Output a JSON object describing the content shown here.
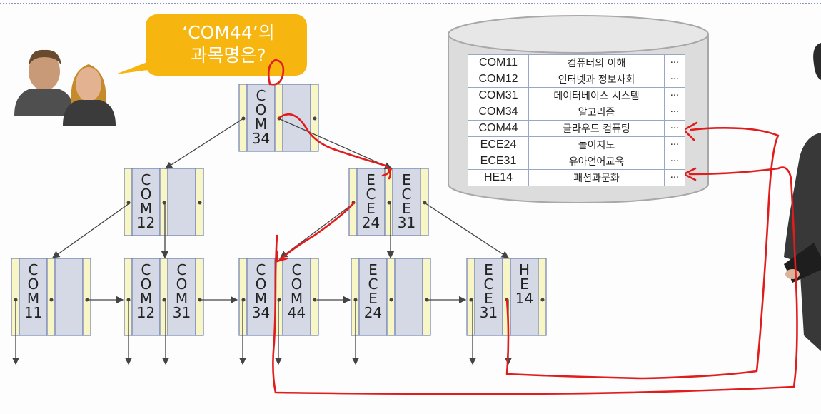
{
  "speech_bubble": {
    "line1": "‘COM44’의",
    "line2": "과목명은?"
  },
  "icons": [
    "man-user-icon",
    "woman-user-icon"
  ],
  "colors": {
    "bubble": "#f7b510",
    "node_fill": "#d4d9e5",
    "pointer_fill": "#f8f6c4",
    "annotation": "#e01c1c",
    "cylinder": "#dddddd"
  },
  "tree": {
    "root": {
      "keys": [
        [
          "C",
          "O",
          "M",
          "34"
        ]
      ]
    },
    "level1": [
      {
        "keys": [
          [
            "C",
            "O",
            "M",
            "12"
          ]
        ]
      },
      {
        "keys": [
          [
            "E",
            "C",
            "E",
            "24"
          ],
          [
            "E",
            "C",
            "E",
            "31"
          ]
        ]
      }
    ],
    "leaves": [
      {
        "keys": [
          [
            "C",
            "O",
            "M",
            "11"
          ]
        ]
      },
      {
        "keys": [
          [
            "C",
            "O",
            "M",
            "12"
          ],
          [
            "C",
            "O",
            "M",
            "31"
          ]
        ]
      },
      {
        "keys": [
          [
            "C",
            "O",
            "M",
            "34"
          ],
          [
            "C",
            "O",
            "M",
            "44"
          ]
        ]
      },
      {
        "keys": [
          [
            "E",
            "C",
            "E",
            "24"
          ]
        ]
      },
      {
        "keys": [
          [
            "E",
            "C",
            "E",
            "31"
          ],
          [
            "H",
            "E",
            "14"
          ]
        ]
      }
    ]
  },
  "course_table": [
    {
      "code": "COM11",
      "name": "컴퓨터의 이해",
      "more": "···"
    },
    {
      "code": "COM12",
      "name": "인터넷과 정보사회",
      "more": "···"
    },
    {
      "code": "COM31",
      "name": "데이터베이스 시스템",
      "more": "···"
    },
    {
      "code": "COM34",
      "name": "알고리즘",
      "more": "···"
    },
    {
      "code": "COM44",
      "name": "클라우드 컴퓨팅",
      "more": "···"
    },
    {
      "code": "ECE24",
      "name": "놀이지도",
      "more": "···"
    },
    {
      "code": "ECE31",
      "name": "유아언어교육",
      "more": "···"
    },
    {
      "code": "HE14",
      "name": "패션과문화",
      "more": "···"
    }
  ]
}
